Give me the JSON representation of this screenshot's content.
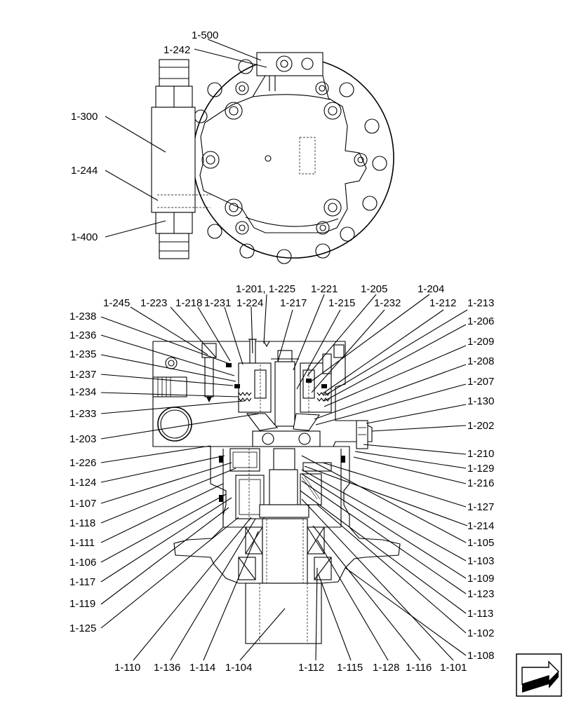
{
  "labels": [
    "1-500",
    "1-242",
    "1-300",
    "1-244",
    "1-400",
    "1-201, 1-225",
    "1-205",
    "1-204",
    "1-221",
    "1-245",
    "1-223",
    "1-218",
    "1-231",
    "1-224",
    "1-217",
    "1-215",
    "1-232",
    "1-212",
    "1-213",
    "1-238",
    "1-206",
    "1-236",
    "1-209",
    "1-235",
    "1-208",
    "1-237",
    "1-207",
    "1-234",
    "1-130",
    "1-233",
    "1-202",
    "1-203",
    "1-210",
    "1-226",
    "1-129",
    "1-124",
    "1-216",
    "1-107",
    "1-127",
    "1-118",
    "1-214",
    "1-111",
    "1-105",
    "1-106",
    "1-103",
    "1-117",
    "1-109",
    "1-119",
    "1-123",
    "1-125",
    "1-113",
    "1-102",
    "1-108",
    "1-110",
    "1-136",
    "1-114",
    "1-104",
    "1-112",
    "1-115",
    "1-128",
    "1-116",
    "1-101"
  ]
}
